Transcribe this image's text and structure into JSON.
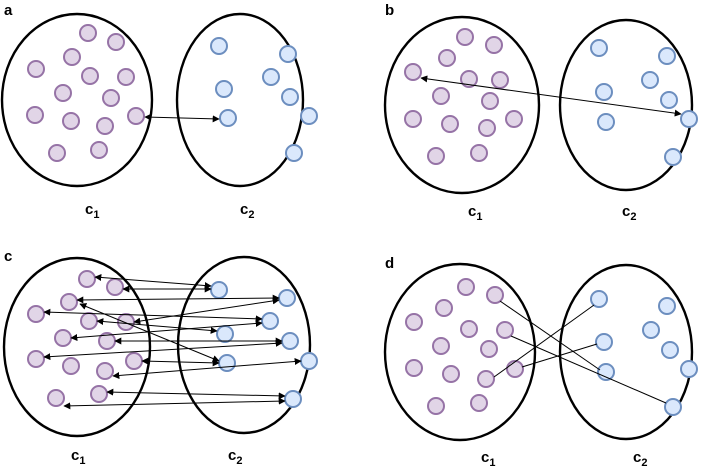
{
  "figure": {
    "colors": {
      "cluster1_fill": "#e1d5e7",
      "cluster1_stroke": "#9673a6",
      "cluster2_fill": "#dae8fc",
      "cluster2_stroke": "#6c8ebf",
      "outline": "#000000"
    },
    "panels": [
      {
        "label": "a",
        "c1_name": "c",
        "c1_sub": "1",
        "c2_name": "c",
        "c2_sub": "2",
        "edge_style": "double-arrow"
      },
      {
        "label": "b",
        "c1_name": "c",
        "c1_sub": "1",
        "c2_name": "c",
        "c2_sub": "2",
        "edge_style": "double-arrow"
      },
      {
        "label": "c",
        "c1_name": "c",
        "c1_sub": "1",
        "c2_name": "c",
        "c2_sub": "2",
        "edge_style": "double-arrow"
      },
      {
        "label": "d",
        "c1_name": "c",
        "c1_sub": "1",
        "c2_name": "c",
        "c2_sub": "2",
        "edge_style": "line"
      }
    ]
  }
}
